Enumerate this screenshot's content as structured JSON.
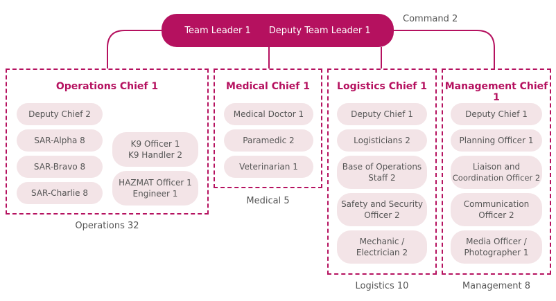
{
  "colors": {
    "accent": "#b5115f",
    "pill": "#f3e4e7",
    "text": "#555555"
  },
  "command": {
    "leader": "Team Leader 1",
    "deputy": "Deputy Team Leader 1",
    "count": "Command 2"
  },
  "sections": {
    "operations": {
      "title": "Operations Chief 1",
      "count": "Operations 32",
      "items": [
        "Deputy Chief 2",
        "SAR-Alpha 8",
        "SAR-Bravo 8",
        "SAR-Charlie 8"
      ],
      "k9": [
        "K9 Officer 1",
        "K9 Handler 2"
      ],
      "hazmat": [
        "HAZMAT Officer 1",
        "Engineer 1"
      ]
    },
    "medical": {
      "title": "Medical Chief 1",
      "count": "Medical 5",
      "items": [
        "Medical Doctor 1",
        "Paramedic 2",
        "Veterinarian 1"
      ]
    },
    "logistics": {
      "title": "Logistics Chief 1",
      "count": "Logistics 10",
      "items": [
        [
          "Deputy Chief 1"
        ],
        [
          "Logisticians 2"
        ],
        [
          "Base of Operations",
          "Staff 2"
        ],
        [
          "Safety and Security",
          "Officer 2"
        ],
        [
          "Mechanic /",
          "Electrician 2"
        ]
      ]
    },
    "management": {
      "title": "Management Chief 1",
      "count": "Management 8",
      "items": [
        [
          "Deputy Chief 1"
        ],
        [
          "Planning Officer 1"
        ],
        [
          "Liaison and",
          "Coordination Officer 2"
        ],
        [
          "Communication",
          "Officer 2"
        ],
        [
          "Media Officer /",
          "Photographer 1"
        ]
      ]
    }
  }
}
